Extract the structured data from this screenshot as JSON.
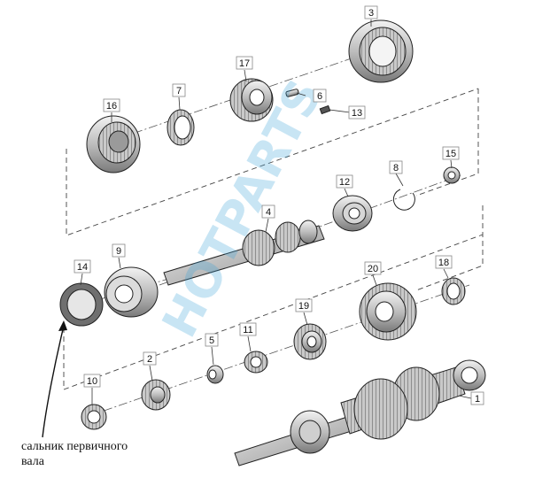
{
  "callouts": [
    {
      "id": "3",
      "label": "3"
    },
    {
      "id": "17",
      "label": "17"
    },
    {
      "id": "7",
      "label": "7"
    },
    {
      "id": "6",
      "label": "6"
    },
    {
      "id": "16",
      "label": "16"
    },
    {
      "id": "13",
      "label": "13"
    },
    {
      "id": "8",
      "label": "8"
    },
    {
      "id": "15",
      "label": "15"
    },
    {
      "id": "12",
      "label": "12"
    },
    {
      "id": "4",
      "label": "4"
    },
    {
      "id": "9",
      "label": "9"
    },
    {
      "id": "14",
      "label": "14"
    },
    {
      "id": "20",
      "label": "20"
    },
    {
      "id": "18",
      "label": "18"
    },
    {
      "id": "19",
      "label": "19"
    },
    {
      "id": "5",
      "label": "5"
    },
    {
      "id": "11",
      "label": "11"
    },
    {
      "id": "2",
      "label": "2"
    },
    {
      "id": "10",
      "label": "10"
    },
    {
      "id": "1",
      "label": "1"
    }
  ],
  "annotation": {
    "text": "сальник первичного\nвала"
  },
  "watermark": {
    "text": "HOTPARTS",
    "color": "#3aa0d8"
  }
}
